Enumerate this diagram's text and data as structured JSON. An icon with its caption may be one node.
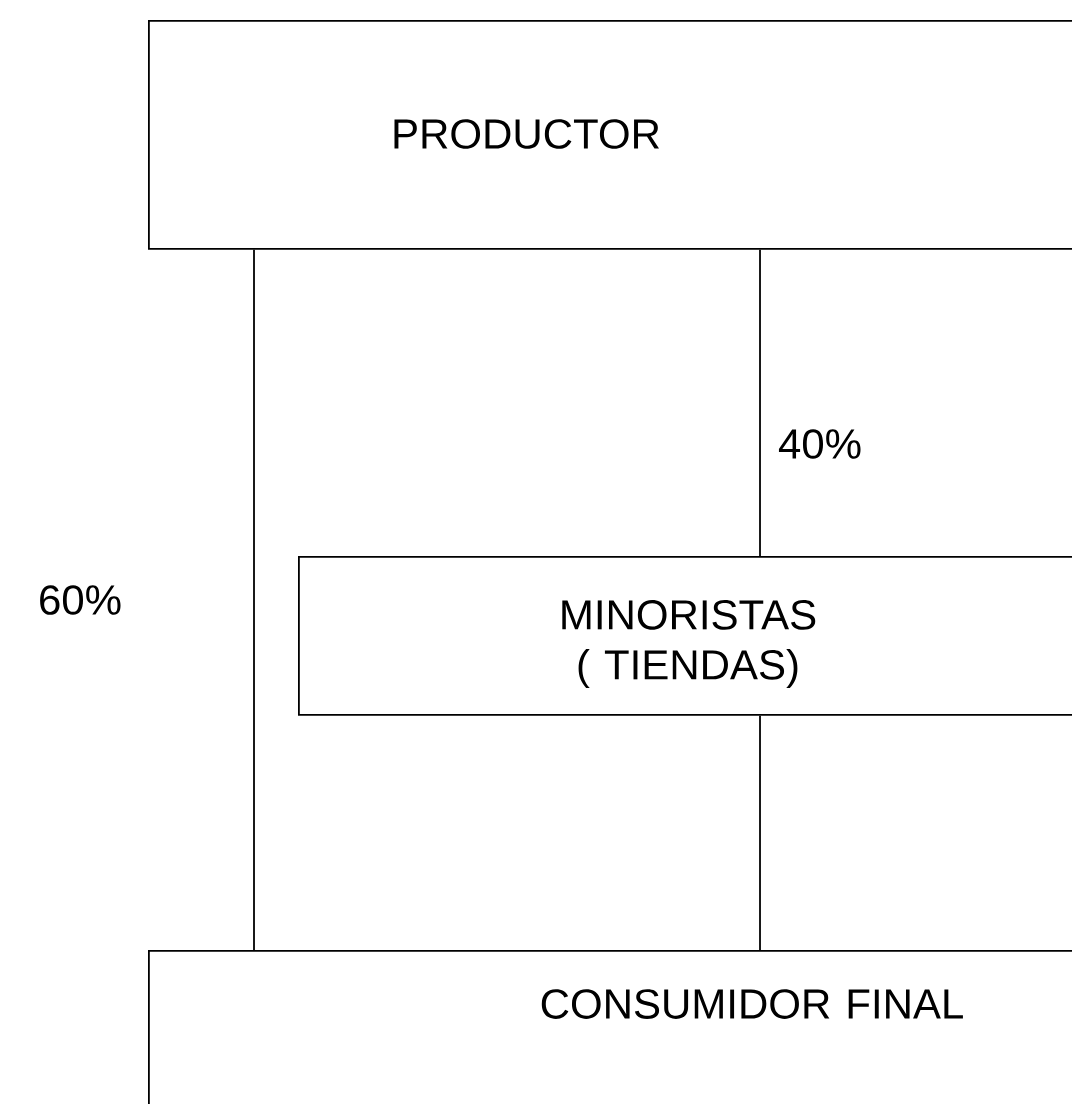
{
  "diagram": {
    "nodes": [
      {
        "text": [
          "PRODUCTOR"
        ]
      },
      {
        "text": [
          "MINORISTAS ( TIENDAS)"
        ]
      },
      {
        "text": [
          "CONSUMIDOR FINAL"
        ]
      }
    ],
    "edges": [
      {
        "from": 0,
        "to": 2,
        "arrow": "none",
        "label": "60%"
      },
      {
        "from": 0,
        "to": 1,
        "arrow": "none",
        "label": "40%"
      },
      {
        "from": 1,
        "to": 2,
        "arrow": "none"
      }
    ]
  }
}
